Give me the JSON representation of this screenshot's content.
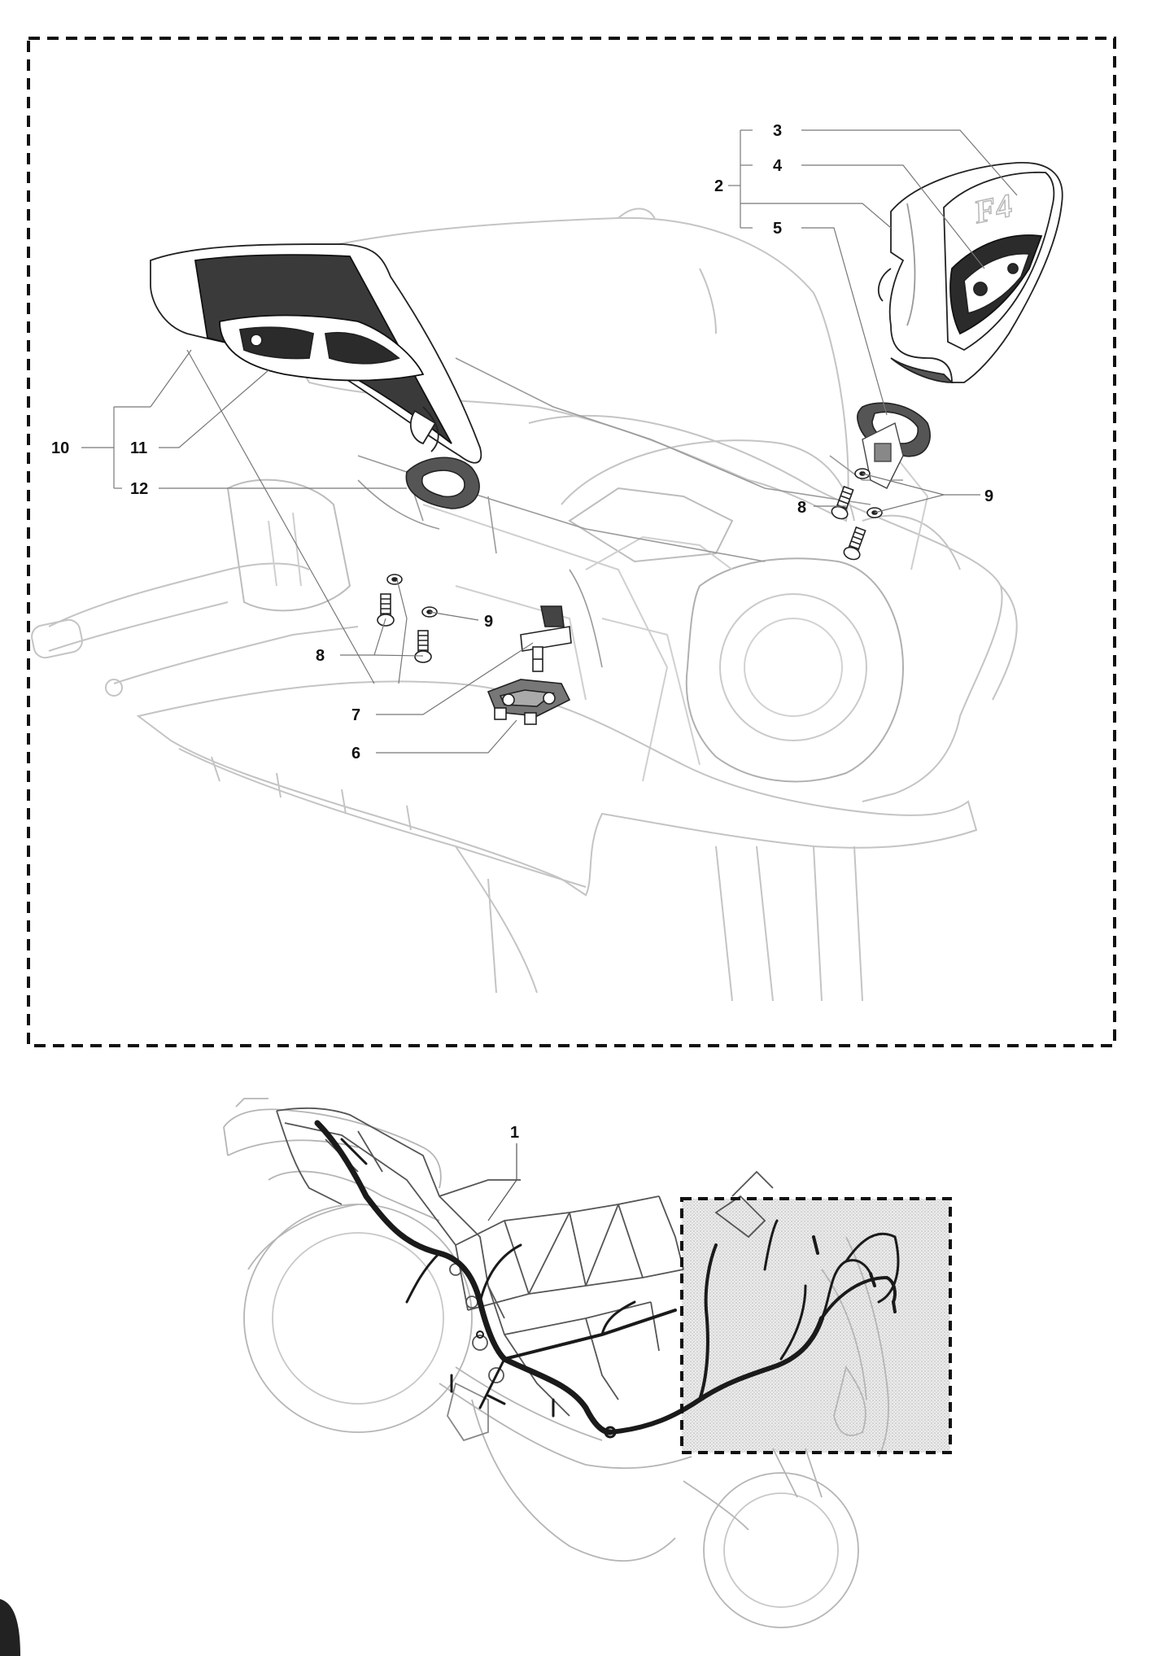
{
  "callouts": {
    "c1": "1",
    "c2": "2",
    "c3": "3",
    "c4": "4",
    "c5": "5",
    "c6": "6",
    "c7": "7",
    "c8": "8",
    "c9": "9",
    "c10": "10",
    "c11": "11",
    "c12": "12"
  },
  "mirror_emblem": "F4",
  "colors": {
    "ink": "#111111",
    "line": "#8a8a8a",
    "faint": "#c4c4c4",
    "shade": "#dcdcdc",
    "harness": "#1a1a1a"
  }
}
